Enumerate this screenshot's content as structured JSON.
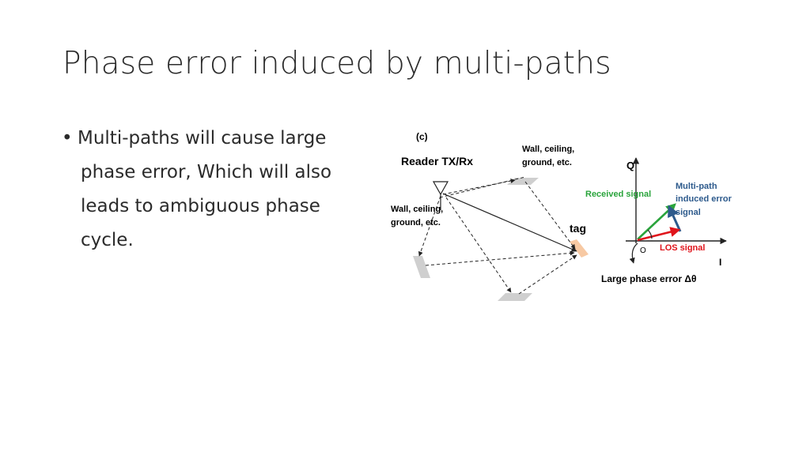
{
  "slide": {
    "title": "Phase error induced by multi-paths",
    "bullet_lines": [
      "Multi-paths will cause large",
      "phase error, Which will also",
      "leads to ambiguous phase",
      "cycle."
    ],
    "bullet_symbol": "•"
  },
  "figure": {
    "panel_label": "(c)",
    "reader_label": "Reader TX/Rx",
    "wall_label_top": [
      "Wall, ceiling,",
      "ground, etc."
    ],
    "wall_label_left": [
      "Wall, ceiling,",
      "ground, etc."
    ],
    "tag_label": "tag",
    "q_axis_label": "Q",
    "i_axis_label": "I",
    "origin_label": "O",
    "received_signal_label": "Received signal",
    "multipath_label": [
      "Multi-path",
      "induced error",
      "signal"
    ],
    "los_label": "LOS signal",
    "phase_error_label": "Large phase error  Δθ",
    "colors": {
      "received": "#2aa43c",
      "multipath": "#2d5a8c",
      "los": "#e0151c",
      "wall": "#cfcfcf",
      "tag": "#f7c9a3"
    }
  }
}
